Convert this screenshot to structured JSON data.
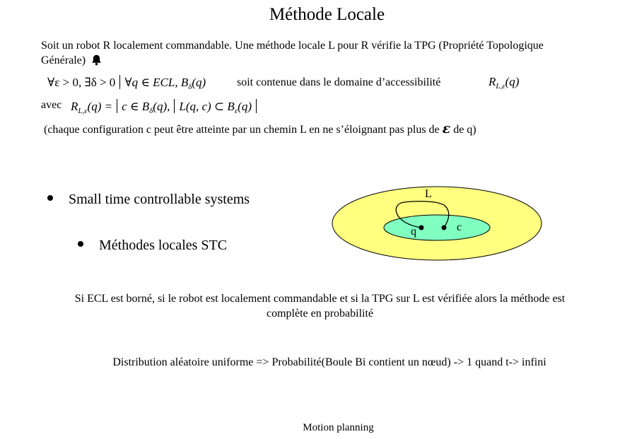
{
  "slide": {
    "title": "Méthode Locale",
    "intro": "Soit un robot R localement commandable. Une méthode locale L pour R vérifie la TPG (Propriété Topologique Générale)",
    "formula1": {
      "quantifiers": "∀ε > 0, ∃δ > 0",
      "forall_q": "∀q ∈ ECL, B",
      "delta_sub": "δ",
      "arg_q": "(q)"
    },
    "contained_text": "soit contenue dans le domaine d’accessibilité",
    "reach": {
      "R": "R",
      "sub": "L,ε",
      "arg": "(q)"
    },
    "avec_label": "avec",
    "formula2": {
      "lhs": "R",
      "lhs_sub": "L,ε",
      "lhs_arg": "(q) =",
      "set": "c ∈ B",
      "set_sub": "δ",
      "set_arg": "(q),",
      "cond": "L(q, c) ⊂ B",
      "cond_sub": "ε",
      "cond_arg": "(q)"
    },
    "explanation_before": "(chaque configuration c peut être atteinte par un chemin L en ne s’éloignant pas plus de",
    "epsilon_symbol": "ε",
    "explanation_after": "de q)",
    "bullets": [
      "Small time controllable systems",
      "Méthodes locales STC"
    ],
    "diagram": {
      "label_L": "L",
      "label_c": "c",
      "label_q": "q",
      "outer_color": "#ffff80",
      "inner_color": "#80ffc0"
    },
    "conclusion": "Si ECL est borné, si le robot est localement commandable et si la TPG sur L est vérifiée alors la méthode est complète en probabilité",
    "distribution": "Distribution aléatoire uniforme => Probabilité(Boule Bi contient un nœud) -> 1 quand t-> infini",
    "footer": "Motion planning"
  }
}
